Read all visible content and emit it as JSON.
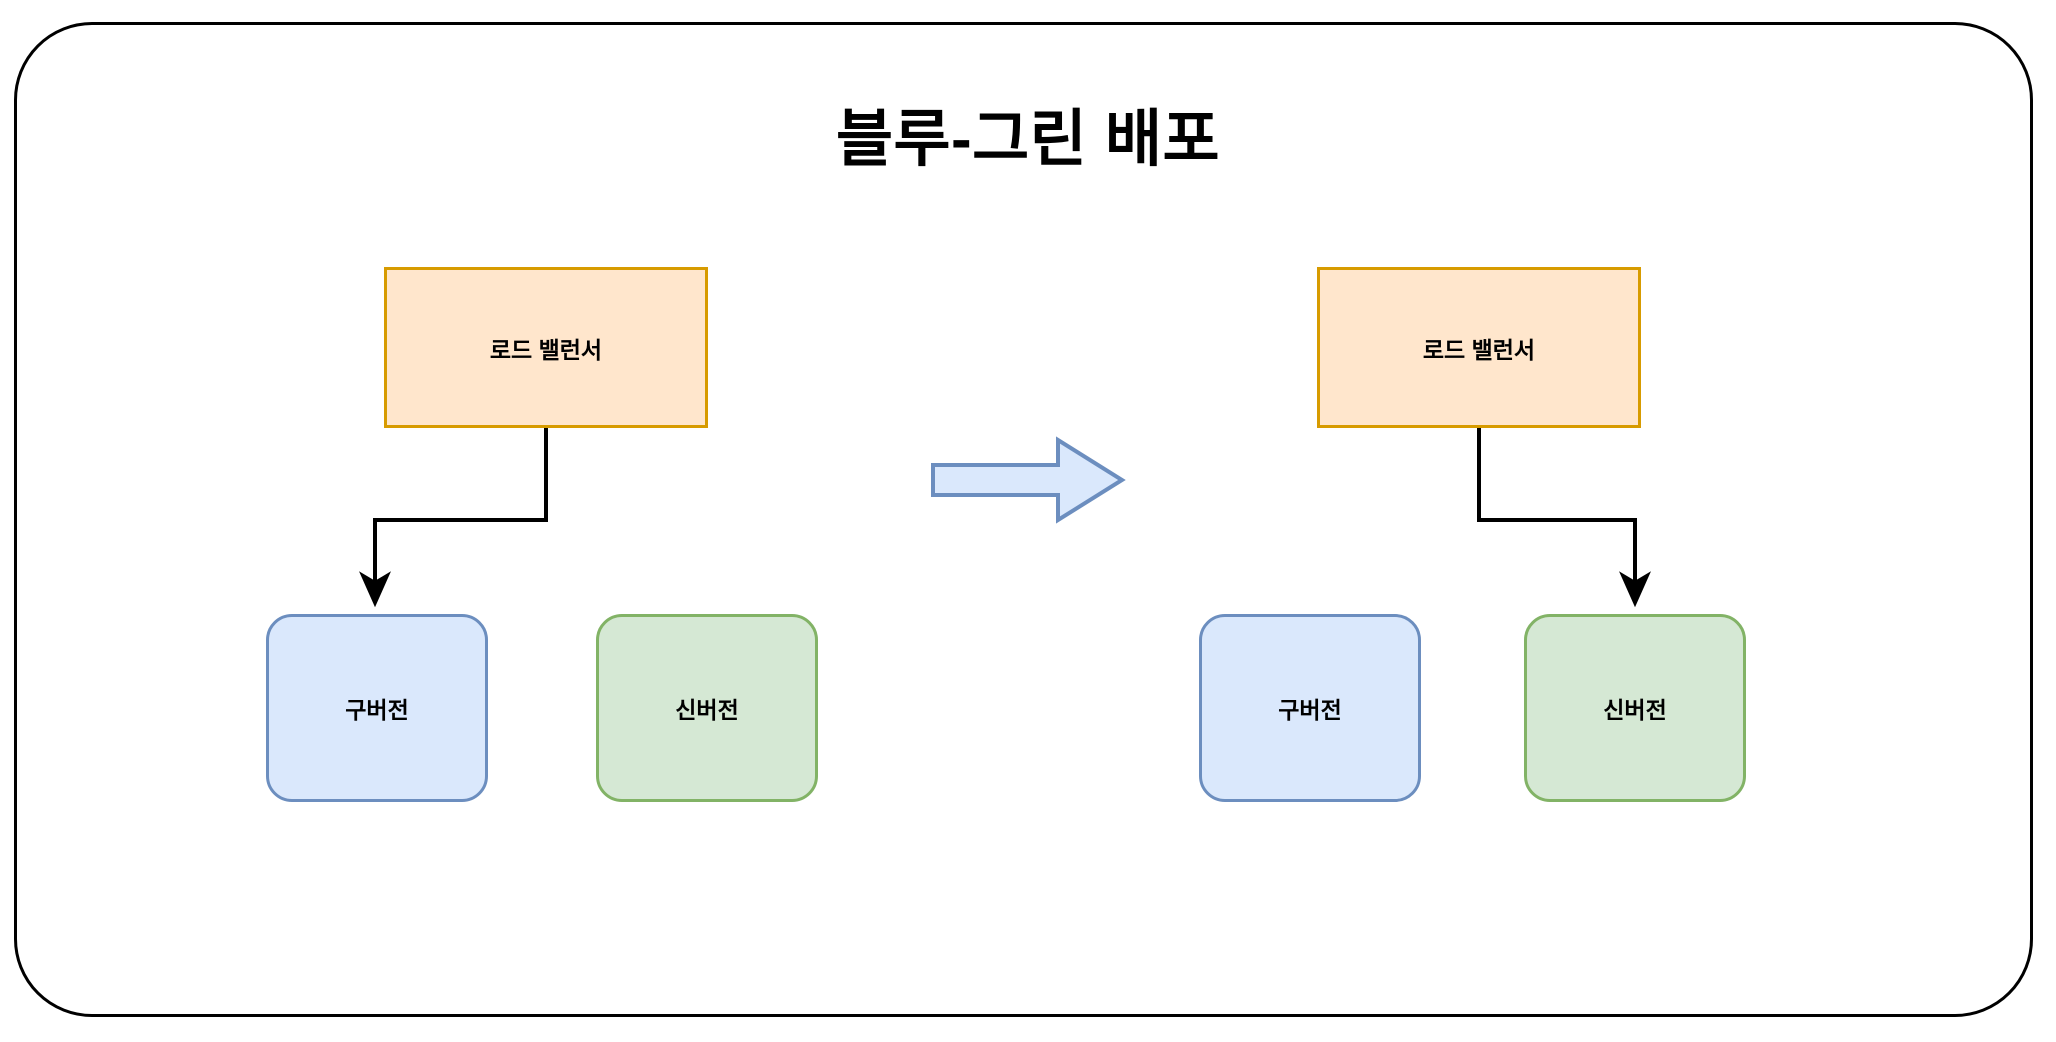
{
  "diagram": {
    "title": "블루-그린 배포",
    "frame": {
      "border_color": "#000000",
      "background": "#ffffff"
    },
    "transition_arrow": {
      "icon": "block-arrow-right-icon",
      "fill": "#dae8fc",
      "stroke": "#6c8ebf"
    },
    "stages": [
      {
        "id": "before",
        "nodes": {
          "load_balancer": {
            "label": "로드 밸런서",
            "fill": "#ffe6cc",
            "stroke": "#d79b00"
          },
          "old_version": {
            "label": "구버전",
            "fill": "#dae8fc",
            "stroke": "#6c8ebf"
          },
          "new_version": {
            "label": "신버전",
            "fill": "#d5e8d4",
            "stroke": "#82b366"
          }
        },
        "active_route": "old_version"
      },
      {
        "id": "after",
        "nodes": {
          "load_balancer": {
            "label": "로드 밸런서",
            "fill": "#ffe6cc",
            "stroke": "#d79b00"
          },
          "old_version": {
            "label": "구버전",
            "fill": "#dae8fc",
            "stroke": "#6c8ebf"
          },
          "new_version": {
            "label": "신버전",
            "fill": "#d5e8d4",
            "stroke": "#82b366"
          }
        },
        "active_route": "new_version"
      }
    ],
    "connector_color": "#000000"
  }
}
